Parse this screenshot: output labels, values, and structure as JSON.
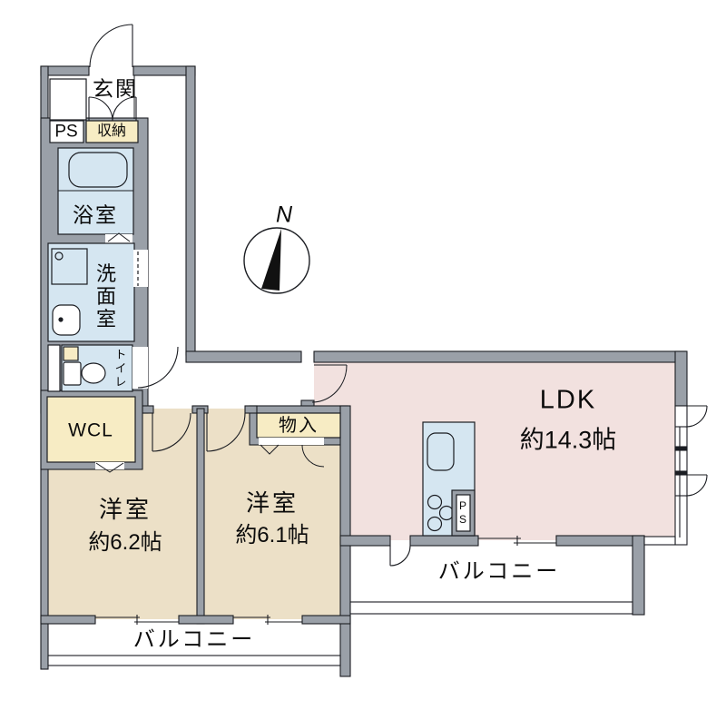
{
  "floorplan": {
    "labels": {
      "entrance": "玄関",
      "pipe_space": "PS",
      "entrance_storage": "収納",
      "bathroom": "浴室",
      "washroom": "洗面室",
      "toilet": "トイレ",
      "walk_in_closet": "WCL",
      "storage": "物入",
      "bedroom1_name": "洋室",
      "bedroom1_size": "約6.2帖",
      "bedroom2_name": "洋室",
      "bedroom2_size": "約6.1帖",
      "ldk_name": "LDK",
      "ldk_size": "約14.3帖",
      "balcony_rooms": "バルコニー",
      "balcony_ldk": "バルコニー",
      "kitchen_pipe_space": "PS",
      "compass_north": "N"
    },
    "colors": {
      "wall_gray": "#9aa0a8",
      "ldk_pink": "#f2e1df",
      "room_beige": "#ece0c7",
      "closet_cream": "#f7ecc4",
      "wet_area_blue": "#d5e6f1",
      "line_black": "#1b1d22"
    }
  }
}
